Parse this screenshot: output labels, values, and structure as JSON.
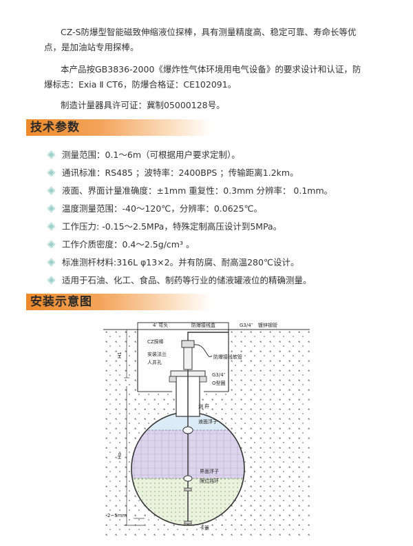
{
  "intro": {
    "p1_line1": "CZ-S防爆型智能磁致伸缩液位探棒，具有测量精度高、稳定可靠、寿命长等优",
    "p1_line2": "点，是加油站专用探棒。",
    "p2_line1": "本产品按GB3836-2000《爆炸性气体环境用电气设备》的要求设计和认证，防",
    "p2_line2": "爆标志：Exia Ⅱ CT6，防爆合格证：CE102091。",
    "p3": "制造计量器具许可证：冀制05000128号。"
  },
  "sections": {
    "specs_title": "技术参数",
    "install_title": "安装示意图"
  },
  "specs": [
    "测量范围：0.1～6m（可根据用户要求定制）。",
    "通讯标准：RS485 ；波特率：2400BPS ；传输距离1.2km。",
    "液面、界面计量准确度：±1mm 重复性：0.3mm 分辨率： 0.1mm。",
    "温度测量范围：-40～120℃，分辨率：0.0625℃。",
    "工作压力: -0.15～2.5MPa，特殊定制高压设计到5MPa。",
    "工作介质密度：0.4～2.5g/cm³ 。",
    "标准测杆材料:316L φ13×2。并有防腐、耐高温280℃设计。",
    "适用于石油、化工、食品、制药等行业的储液罐液位的精确测量。"
  ],
  "diagram": {
    "label_elbow": "4′ 弯头",
    "label_junction_box": "防爆接线盒",
    "label_pipe_size": "G3/4″",
    "label_galv_pipe": "镀锌钢管",
    "label_cz_probe": "CZ探棒",
    "label_flange": "安装法兰",
    "label_hose": "防爆接线软管",
    "label_manhole": "人井孔",
    "label_g34": "G3/4″",
    "label_oring": "O型圈",
    "label_rod": "测 杆",
    "label_level_float": "液面浮子",
    "label_interface_float": "界面浮子",
    "label_limit_ring": "限位挡环",
    "label_spring": "卡簧",
    "label_h1": "H1",
    "label_ho": "Ho",
    "label_gap": "2~5mm",
    "colors": {
      "oil": "#dcd3ec",
      "tank_fill": "#dcecf6",
      "water": "#eaf2de"
    }
  }
}
